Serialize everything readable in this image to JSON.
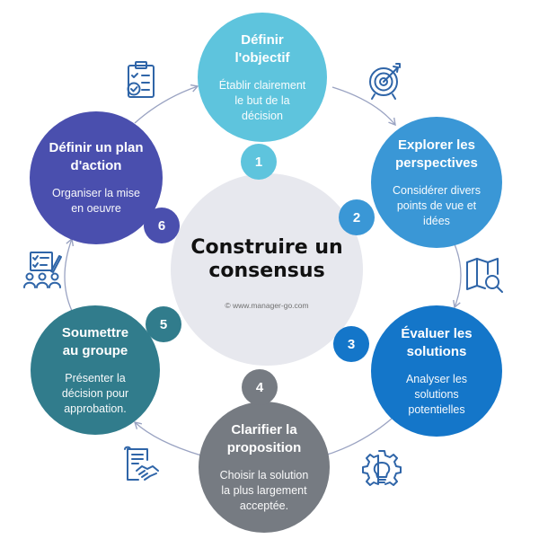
{
  "center": {
    "title": "Construire un\nconsensus",
    "credit": "© www.manager-go.com"
  },
  "steps": [
    {
      "number": "1",
      "title": "Définir\nl'objectif",
      "desc": "Établir clairement\nle but de la\ndécision",
      "color": "#5ec4dd"
    },
    {
      "number": "2",
      "title": "Explorer les\nperspectives",
      "desc": "Considérer divers\npoints de vue et\nidées",
      "color": "#3a97d6"
    },
    {
      "number": "3",
      "title": "Évaluer les\nsolutions",
      "desc": "Analyser les\nsolutions\npotentielles",
      "color": "#1476c9"
    },
    {
      "number": "4",
      "title": "Clarifier la\nproposition",
      "desc": "Choisir la solution\nla plus largement\nacceptée.",
      "color": "#767b82"
    },
    {
      "number": "5",
      "title": "Soumettre\nau groupe",
      "desc": "Présenter la\ndécision pour\napprobation.",
      "color": "#317c8c"
    },
    {
      "number": "6",
      "title": "Définir un plan\nd'action",
      "desc": "Organiser la mise\nen oeuvre",
      "color": "#4a4fae"
    }
  ],
  "icons": [
    "target-icon",
    "map-search-icon",
    "lightbulb-gear-icon",
    "contract-handshake-icon",
    "team-checklist-icon",
    "clipboard-check-icon"
  ],
  "colors": {
    "arrow": "#9aa3c2",
    "icon": "#2f65a8",
    "center": "#e7e8ee"
  }
}
